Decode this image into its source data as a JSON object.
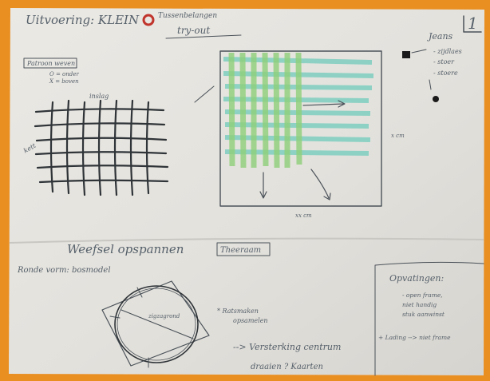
{
  "sheet": {
    "page_number": "1",
    "heading": "Uitvoering: KLEIN",
    "heading_note_line1": "Tussenbelangen",
    "heading_note_line2": "try-out",
    "legend_title": "Patroon weven",
    "legend_item_o": "O = onder",
    "legend_item_x": "X = boven",
    "grid_top_label": "inslag",
    "grid_left_label": "kett",
    "right_card_title": "Jeans",
    "right_card_items": [
      "- zijdlaes",
      "- stoer",
      "- stoere"
    ],
    "weave_side_label": "x cm",
    "weave_bottom_label": "xx cm",
    "bottom_heading": "Weefsel opspannen",
    "bottom_heading_boxed": "Theeraam",
    "bottom_subheading": "Ronde vorm: bosmodel",
    "circle_note": "zigzagrond",
    "circle_note_line1": "* Ratsmaken",
    "circle_note_line2": "opsamelen",
    "arrow_note_line1": "--> Versterking centrum",
    "arrow_note_line2": "draaien ? Kaarten",
    "options_title": "Opvatingen:",
    "options_items": [
      "- open frame,",
      "  niet handig",
      "  stuk aanwinst"
    ],
    "options_side_note": "+ Lading --> niet frame"
  },
  "colors": {
    "paper": "#e6e4df",
    "background": "#e98f22",
    "stripe_green": "#8fd07a",
    "stripe_teal": "#7fcfc0",
    "ink": "#4a5259"
  }
}
